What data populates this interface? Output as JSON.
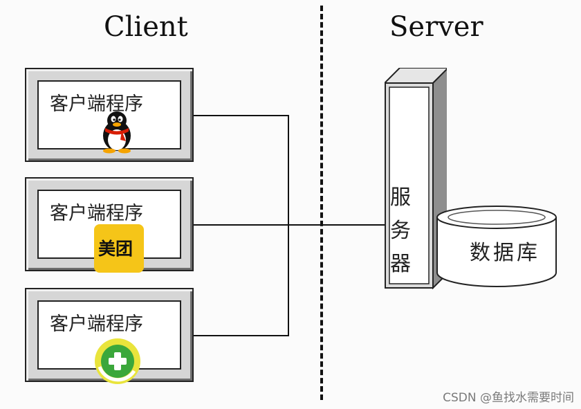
{
  "titles": {
    "client": "Client",
    "server": "Server"
  },
  "clients": [
    {
      "label": "客户端程序",
      "icon": "qq-penguin-icon"
    },
    {
      "label": "客户端程序",
      "icon": "meituan-logo-icon",
      "icon_text": "美团",
      "icon_color": "#f5c518"
    },
    {
      "label": "客户端程序",
      "icon": "360-security-icon",
      "icon_color": "#3ba73b"
    }
  ],
  "server": {
    "label": "服务器"
  },
  "database": {
    "label": "数据库"
  },
  "watermark": "CSDN @鱼找水需要时间"
}
